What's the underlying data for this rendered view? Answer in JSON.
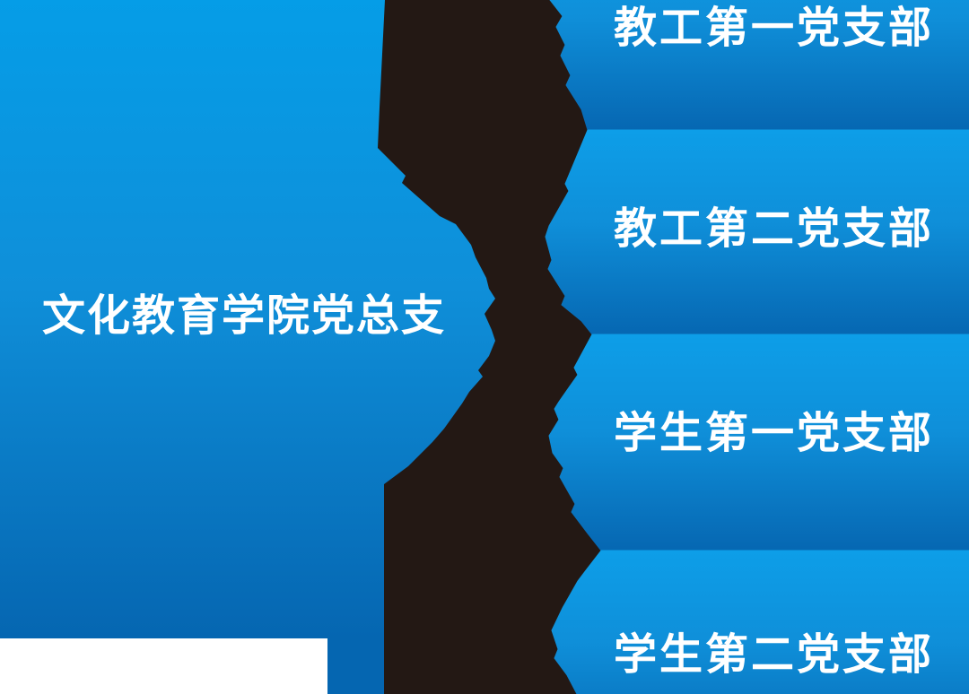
{
  "org_chart": {
    "root": {
      "label": "文化教育学院党总支"
    },
    "branches": [
      {
        "label": "教工第一党支部"
      },
      {
        "label": "教工第二党支部"
      },
      {
        "label": "学生第一党支部"
      },
      {
        "label": "学生第二党支部"
      }
    ],
    "colors": {
      "box_gradient_top": "#0d9ee8",
      "box_gradient_mid": "#0f8fd9",
      "box_gradient_bottom": "#0667b2",
      "root_gradient_top": "#059de7",
      "root_gradient_bottom": "#0566b1",
      "connector": "#231814",
      "label_text": "#ffffff",
      "background": "#ffffff"
    }
  }
}
